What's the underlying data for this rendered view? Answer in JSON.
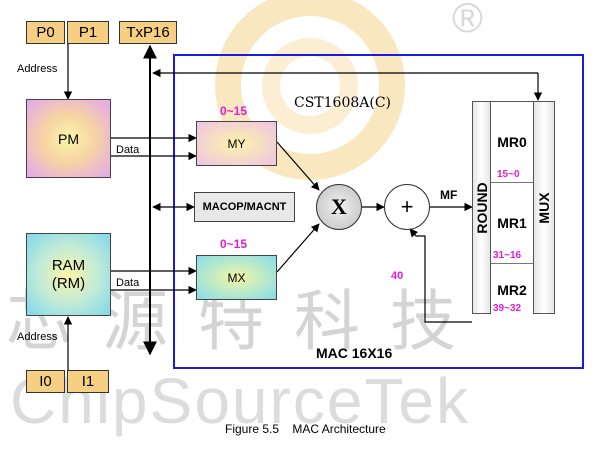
{
  "watermark": {
    "chinese": "芯源特科技",
    "english": "ChipSourceTek",
    "registered": "®"
  },
  "registers": {
    "p0": "P0",
    "p1": "P1",
    "txp16": "TxP16",
    "i0": "I0",
    "i1": "I1"
  },
  "labels": {
    "address_top": "Address",
    "address_bottom": "Address",
    "data_pm": "Data",
    "data_ram": "Data",
    "mf": "MF",
    "feedback_40": "40",
    "chip_name": "CST1608A(C)",
    "mac_title": "MAC 16X16"
  },
  "blocks": {
    "pm": "PM",
    "ram_line1": "RAM",
    "ram_line2": "(RM)",
    "my": "MY",
    "my_range": "0~15",
    "mx": "MX",
    "mx_range": "0~15",
    "macop": "MACOP/MACNT",
    "multiplier": "X",
    "adder": "+",
    "round": "ROUND",
    "mux": "MUX"
  },
  "mr": [
    {
      "name": "MR0",
      "range": "15~0"
    },
    {
      "name": "MR1",
      "range": "31~16"
    },
    {
      "name": "MR2",
      "range": "39~32"
    }
  ],
  "caption": "Figure 5.5    MAC Architecture",
  "colors": {
    "register_fill": "#f7cf83",
    "frame_blue": "#1a1ae0",
    "range_magenta": "#e21bd6"
  }
}
